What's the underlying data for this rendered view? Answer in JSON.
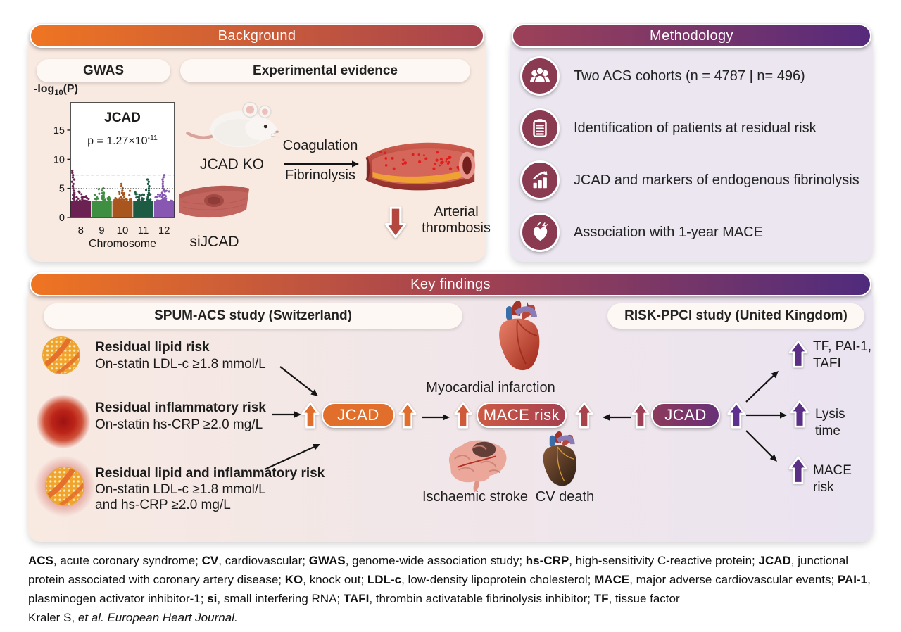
{
  "colors": {
    "panel_bg_left": "#f8e9e1",
    "panel_bg_right": "#eae4f1",
    "panel_bg_meth": "#ebe6f0",
    "bg_header_from": "#ef7522",
    "bg_header_to": "#a6434f",
    "meth_header_from": "#9d4158",
    "meth_header_to": "#562a7c",
    "key_header_from": "#ef7522",
    "key_header_mid": "#a6434f",
    "key_header_to": "#4f2b7d",
    "white_pill": "#fdf8f3",
    "orange": "#e26e2b",
    "arrow_orange_red": "#cf5a3a",
    "arrow_red": "#a8434c",
    "arrow_maroon": "#9c4157",
    "arrow_purple_dark": "#5e3191",
    "arrow_purple": "#5b2f86",
    "arrow_down_red": "#b4483e",
    "mace_from": "#cd5a44",
    "mace_to": "#a54050",
    "jcad_right_from": "#8d3a5c",
    "jcad_right_to": "#673077",
    "icon_circle": "#8a3b52",
    "thrombus_dot": "#e21d1d"
  },
  "background_panel": {
    "title": "Background",
    "gwas_label": "GWAS",
    "experimental_label": "Experimental evidence",
    "jcad_ko_label": "JCAD KO",
    "sijcad_label": "siJCAD",
    "coagulation_label": "Coagulation",
    "fibrinolysis_label": "Fibrinolysis",
    "arterial_thrombosis_label": "Arterial thrombosis"
  },
  "chart_data": {
    "type": "scatter",
    "title": "JCAD",
    "p_label": "p = 1.27×10",
    "p_exponent": "-11",
    "ylabel_prefix": "-log",
    "ylabel_sub": "10",
    "ylabel_suffix": "(P)",
    "xlabel": "Chromosome",
    "yticks": [
      0,
      5,
      10,
      15
    ],
    "ylim": [
      0,
      19.7
    ],
    "threshold_lines": [
      7.3,
      5
    ],
    "base_height": 2.8,
    "chromosomes": [
      {
        "label": "8",
        "color": "#6b2152",
        "peak": 8.4,
        "spike_pos": 0.14
      },
      {
        "label": "9",
        "color": "#3f8f43",
        "peak": 5.2,
        "spike_pos": 0.55
      },
      {
        "label": "10",
        "color": "#a9561e",
        "peak": 5.8,
        "spike_pos": 0.5
      },
      {
        "label": "11",
        "color": "#1d5c43",
        "peak": 6.6,
        "spike_pos": 0.75
      },
      {
        "label": "12",
        "color": "#8757b2",
        "peak": 7.4,
        "spike_pos": 0.45
      }
    ]
  },
  "methodology": {
    "title": "Methodology",
    "items": [
      {
        "icon": "people-icon",
        "label": "Two ACS cohorts (n = 4787 | n= 496)"
      },
      {
        "icon": "clipboard-icon",
        "label": "Identification of patients at residual risk"
      },
      {
        "icon": "chart-up-icon",
        "label": "JCAD and markers of endogenous fibrinolysis"
      },
      {
        "icon": "heart-attack-icon",
        "label": "Association with 1-year MACE"
      }
    ]
  },
  "key_findings": {
    "title": "Key findings",
    "spum_label": "SPUM-ACS study (Switzerland)",
    "risk_ppci_label": "RISK-PPCI study (United Kingdom)",
    "risk_items": [
      {
        "title": "Residual lipid risk",
        "lines": [
          "On-statin LDL-c ≥1.8 mmol/L"
        ]
      },
      {
        "title": "Residual inflammatory risk",
        "lines": [
          "On-statin hs-CRP ≥2.0 mg/L"
        ]
      },
      {
        "title": "Residual lipid and inflammatory risk",
        "lines": [
          "On-statin LDL-c ≥1.8 mmol/L",
          "and hs-CRP ≥2.0 mg/L"
        ]
      }
    ],
    "jcad_left_label": "JCAD",
    "mace_pill_label": "MACE risk",
    "jcad_right_label": "JCAD",
    "outcomes": {
      "mi": "Myocardial infarction",
      "stroke": "Ischaemic stroke",
      "cv_death": "CV death"
    },
    "right_outputs": [
      {
        "label": "TF, PAI-1,",
        "label2": "TAFI"
      },
      {
        "label": "Lysis time"
      },
      {
        "label": "MACE risk"
      }
    ]
  },
  "footer": {
    "abbreviations": [
      {
        "term": "ACS",
        "def": "acute coronary syndrome"
      },
      {
        "term": "CV",
        "def": "cardiovascular"
      },
      {
        "term": "GWAS",
        "def": "genome-wide association study"
      },
      {
        "term": "hs-CRP",
        "def": "high-sensitivity C-reactive protein"
      },
      {
        "term": "JCAD",
        "def": "junctional protein associated with coronary artery disease"
      },
      {
        "term": "KO",
        "def": "knock out"
      },
      {
        "term": "LDL-c",
        "def": "low-density lipoprotein cholesterol"
      },
      {
        "term": "MACE",
        "def": "major adverse cardiovascular events"
      },
      {
        "term": "PAI-1",
        "def": "plasminogen activator inhibitor-1"
      },
      {
        "term": "si",
        "def": "small interfering RNA"
      },
      {
        "term": "TAFI",
        "def": "thrombin activatable fibrinolysis inhibitor"
      },
      {
        "term": "TF",
        "def": "tissue factor"
      }
    ],
    "citation_plain": "Kraler S, ",
    "citation_italic": "et al. European Heart Journal."
  }
}
